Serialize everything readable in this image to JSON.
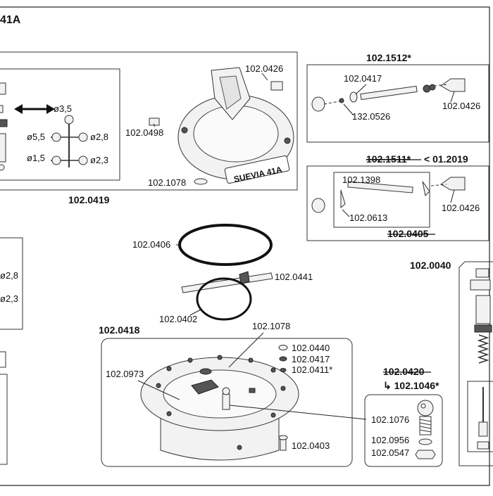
{
  "title": "41A",
  "groups": {
    "kit_0419": "102.0419",
    "kit_1512": "102.1512*",
    "kit_1511": "102.1511*",
    "kit_1511_note": "< 01.2019",
    "kit_0405": "102.0405",
    "kit_0040": "102.0040",
    "kit_0418": "102.0418",
    "kit_0420": "102.0420",
    "kit_1046": "↳ 102.1046*"
  },
  "diameters": {
    "d35": "ø3,5",
    "d55": "ø5,5",
    "d28": "ø2,8",
    "d15": "ø1,5",
    "d23": "ø2,3",
    "d28_left": "ø2,8",
    "d23_left": "ø2,3"
  },
  "bowl_text": "SUEVIA 41A",
  "labels": {
    "p0426_bowl": "102.0426",
    "p0498": "102.0498",
    "p1078_bowl": "102.1078",
    "p0417_valve": "102.0417",
    "p0526": "132.0526",
    "p0426_valve": "102.0426",
    "p1398": "102.1398",
    "p0613": "102.0613",
    "p0426_lever": "102.0426",
    "p0406": "102.0406",
    "p0441": "102.0441",
    "p0402": "102.0402",
    "p1078_base": "102.1078",
    "p0440": "102.0440",
    "p0417_base": "102.0417",
    "p0411": "102.0411*",
    "p0973": "102.0973",
    "p0403": "102.0403",
    "p1076": "102.1076",
    "p0956": "102.0956",
    "p0547": "102.0547"
  }
}
